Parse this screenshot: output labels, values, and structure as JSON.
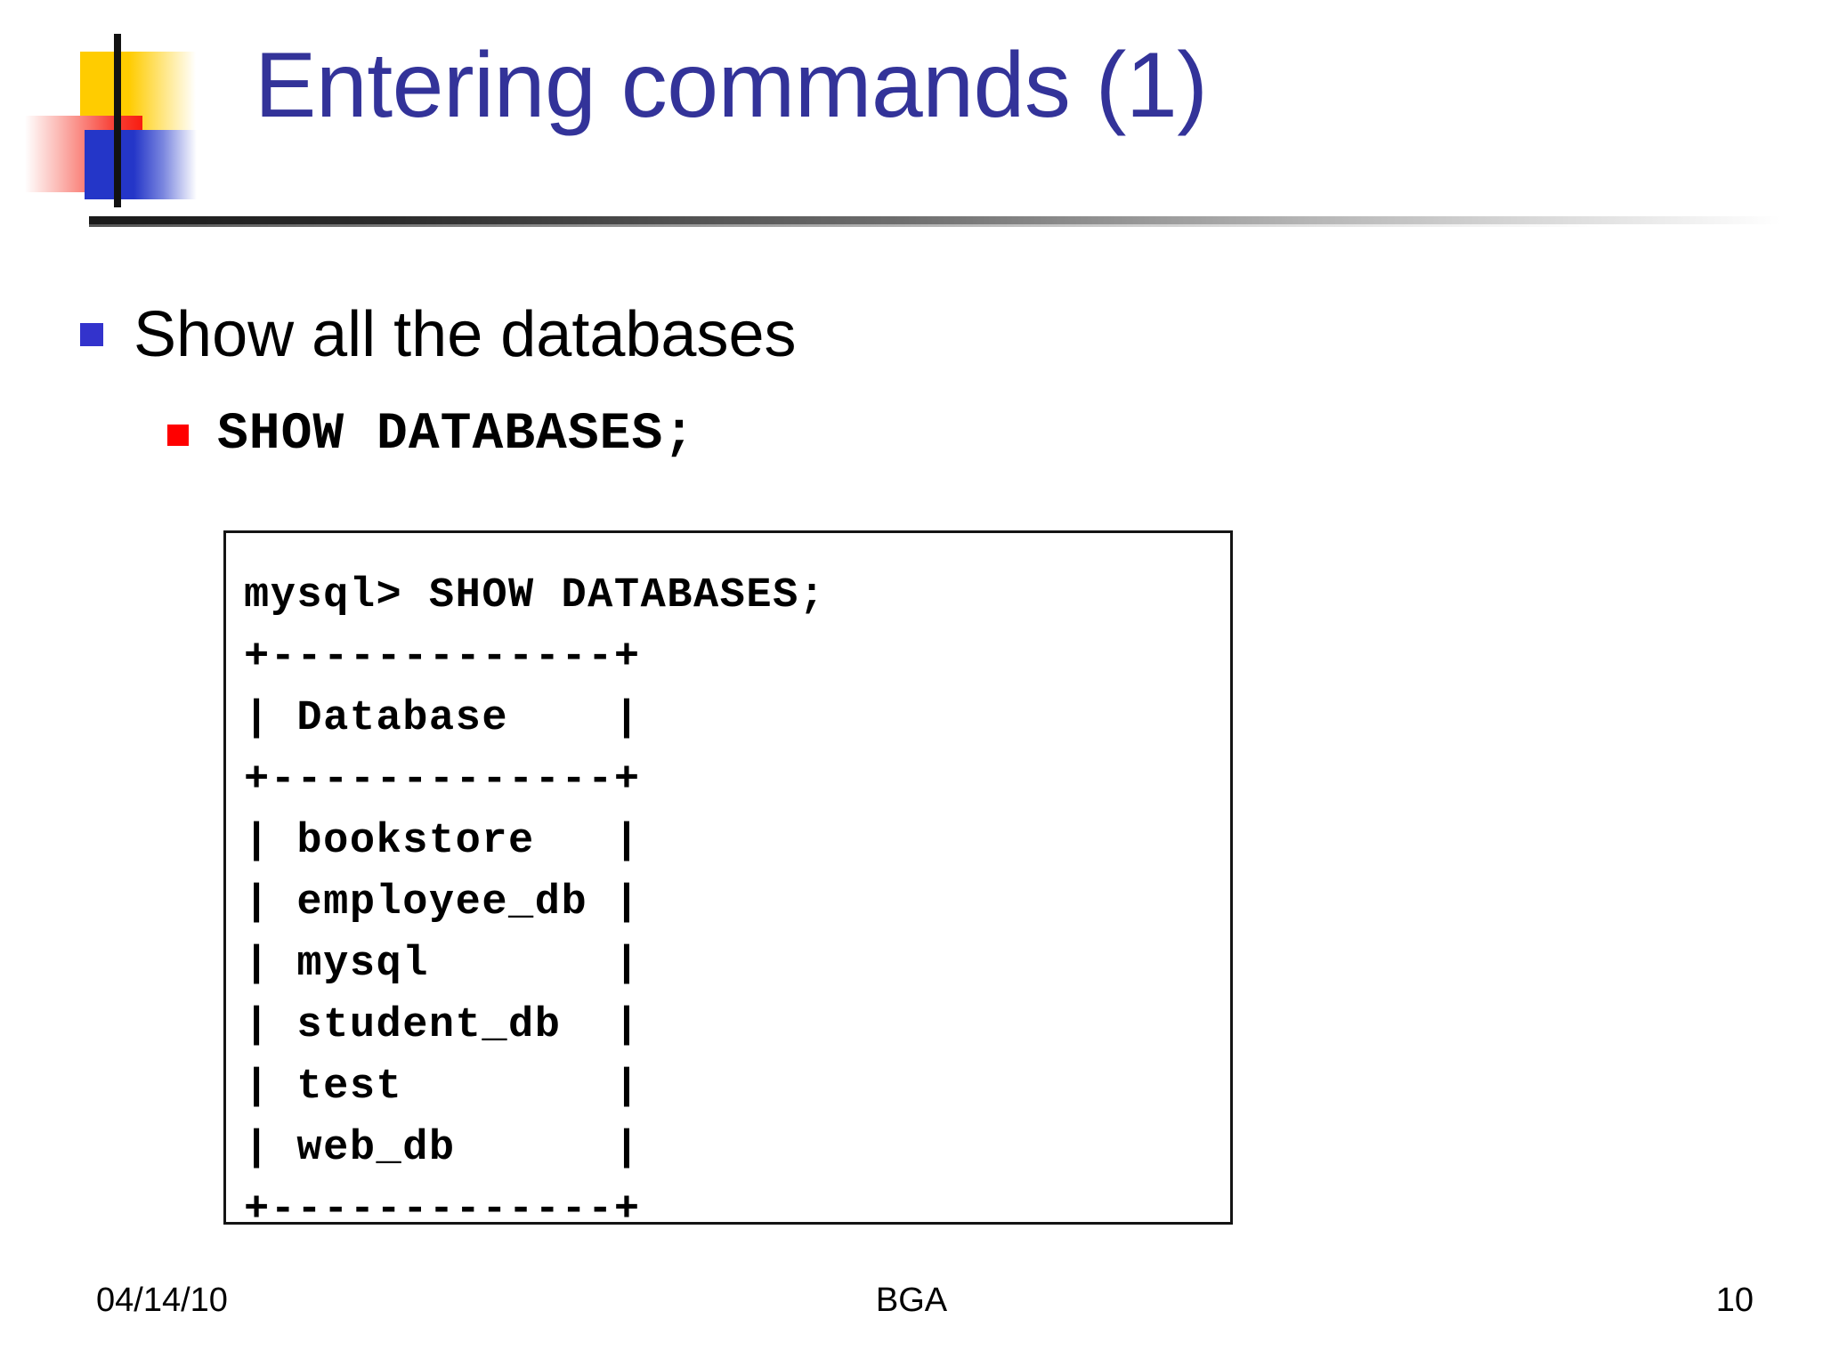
{
  "slide": {
    "title": "Entering commands (1)",
    "title_color": "#333399",
    "background": "#ffffff"
  },
  "logo": {
    "yellow": "#FFCC00",
    "red": "#F81C10",
    "blue": "#2436C8",
    "bar": "#121212"
  },
  "body": {
    "bullet1": {
      "text": "Show all the databases",
      "marker_color": "#3333CC"
    },
    "bullet2": {
      "text": "SHOW DATABASES;",
      "marker_color": "#FF0000"
    }
  },
  "terminal": {
    "prompt_line": "mysql> SHOW DATABASES;",
    "top_border": "+-------------+",
    "header_row": "| Database    |",
    "separator": "+-------------+",
    "rows": [
      "| bookstore   |",
      "| employee_db |",
      "| mysql       |",
      "| student_db  |",
      "| test        |",
      "| web_db      |"
    ],
    "bottom_border": "+-------------+",
    "full_text": "mysql> SHOW DATABASES;\n+-------------+\n| Database    |\n+-------------+\n| bookstore   |\n| employee_db |\n| mysql       |\n| student_db  |\n| test        |\n| web_db      |\n+-------------+",
    "databases": [
      "bookstore",
      "employee_db",
      "mysql",
      "student_db",
      "test",
      "web_db"
    ],
    "column_header": "Database"
  },
  "footer": {
    "date": "04/14/10",
    "center": "BGA",
    "page_number": "10"
  }
}
